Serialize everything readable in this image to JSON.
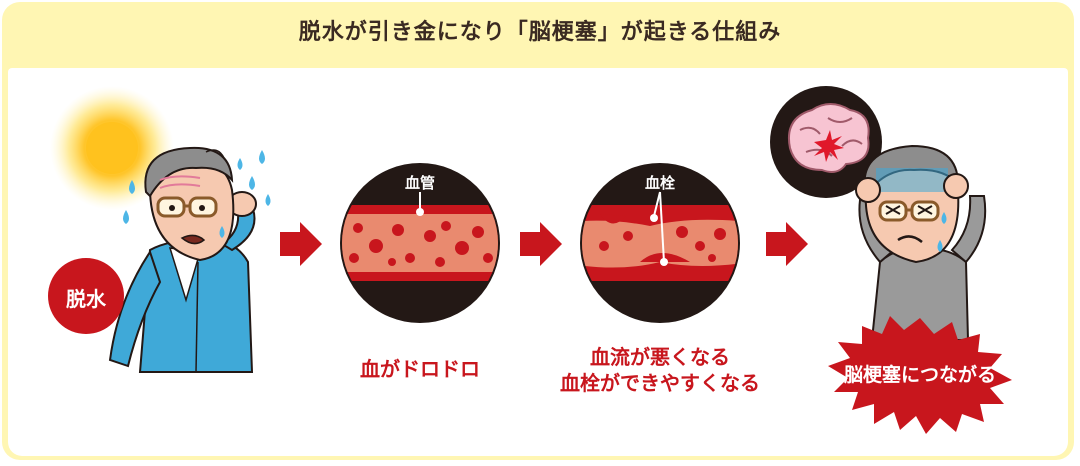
{
  "title": "脱水が引き金になり「脳梗塞」が起きる仕組み",
  "stages": {
    "dehydration": {
      "badge": "脱水"
    },
    "thick_blood": {
      "vessel_label": "血管",
      "caption": "血がドロドロ"
    },
    "clot": {
      "vessel_label": "血栓",
      "caption_line1": "血流が悪くなる",
      "caption_line2": "血栓ができやすくなる"
    },
    "stroke": {
      "banner": "脳梗塞につながる"
    }
  },
  "colors": {
    "frame": "#fff6b3",
    "accent_red": "#c8161d",
    "vessel": "#c8161d",
    "blood_light": "#e98a6f",
    "dark": "#231815"
  }
}
